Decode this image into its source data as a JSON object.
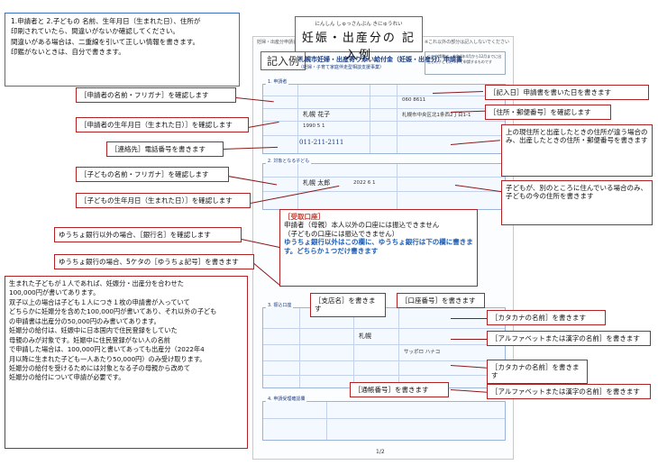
{
  "title": {
    "furigana": "にんしん しゅっさんぶん きにゅうれい",
    "text": "妊娠・出産分の 記入例"
  },
  "intro": [
    "1.申請者と 2.子どもの 名前、生年月日（生まれた日）、住所が",
    "印刷されていたら、間違いがないか確認してください。",
    "間違いがある場合は、二重線を引いて正しい情報を書きます。",
    "印鑑がないときは、自分で書きます。"
  ],
  "form": {
    "ref_left": "妊婦・出産分申請書",
    "ref_right": "※これ以外の部分は記入しないでください",
    "example_tag": "記入例",
    "heading": "札幌市妊婦・出産寄り添い給付金（妊娠・出産分）申請書",
    "subheading": "（妊婦・子育て家庭伴走型相談支援事業）",
    "top_note": "この申請書は、令和4年4月から12月までに出生した子どもについて申請するものです",
    "section_applicant": "1. 申請者",
    "section_child": "2. 対象となる子ども",
    "section_bank": "3. 振込口座",
    "section_misc": "4. 申請受理確認欄",
    "applicant_name": "札幌 花子",
    "applicant_birth": "1990 5 1",
    "applicant_address": "札幌市中央区北1条西2丁目1-1",
    "postal": "060 8611",
    "phone": "011-211-2111",
    "child_name": "札幌 太郎",
    "child_birth": "2022 6 1",
    "bank_branch": "札幌",
    "bank_kana": "サッポロ ハナコ",
    "page": "1/2"
  },
  "callouts": {
    "name_check": "［申請者の名前・フリガナ］を確認します",
    "birth_check": "［申請者の生年月日（生まれた日）］を確認します",
    "phone": "［連絡先］電話番号を書きます",
    "child_name": "［子どもの名前・フリガナ］を確認します",
    "child_birth": "［子どもの生年月日（生まれた日）］を確認します",
    "bank_other": "ゆうちょ銀行以外の場合、［銀行名］を確認します",
    "bank_yucho": "ゆうちょ銀行の場合、5ケタの［ゆうちょ記号］を書きます",
    "fill_date": "［記入日］申請書を書いた日を書きます",
    "address": "［住所・郵便番号］を確認します",
    "address_diff": "上の現住所と出産したときの住所が違う場合のみ、出産したときの住所・郵便番号を書きます",
    "child_separate": "子どもが、別のところに住んでいる場合のみ、子どもの今の住所を書きます",
    "receiving_title": "［受取口座］",
    "receiving_1": "申請者（母親）本人以外の口座には振込できません",
    "receiving_2": "（子どもの口座には振込できません）",
    "receiving_3": "ゆうちょ銀行以外はこの欄に、ゆうちょ銀行は下の欄に書きます。どちらか１つだけ書きます",
    "branch": "［支店名］を書きます",
    "account_no": "［口座番号］を書きます",
    "passbook_no": "［通帳番号］を書きます",
    "kana_name_1": "［カタカナの名前］を書きます",
    "alpha_name_1": "［アルファベットまたは漢字の名前］を書きます",
    "kana_name_2": "［カタカナの名前］を書きます",
    "alpha_name_2": "［アルファベットまたは漢字の名前］を書きます"
  },
  "bottom_note": [
    "生まれた子どもが１人であれば、妊娠分・出産分を合わせた",
    "100,000円が書いてあります。",
    "双子以上の場合は子ども１人につき１枚の申請書が入っていて",
    "どちらかに妊娠分を含めた100,000円が書いてあり、それ以外の子ども",
    "の申請書は出産分の50,000円のみ書いてあります。",
    "妊娠分の給付は、妊娠中に日本国内で住民登録をしていた",
    "母親のみが対象です。妊娠中に住民登録がない人の名前",
    "で申請した場合は、100,000円と書いてあっても出産分（2022年4",
    "月以降に生まれた子ども一人あたり50,000円）のみ受け取ります。",
    "妊娠分の給付を受けるためには対象となる子の母親から改めて",
    "妊娠分の給付について申請が必要です。"
  ],
  "colors": {
    "callout_border": "#b22222",
    "accent_red": "#c0392b",
    "accent_blue": "#1f5fb4",
    "note_border": "#3a6fbf"
  }
}
